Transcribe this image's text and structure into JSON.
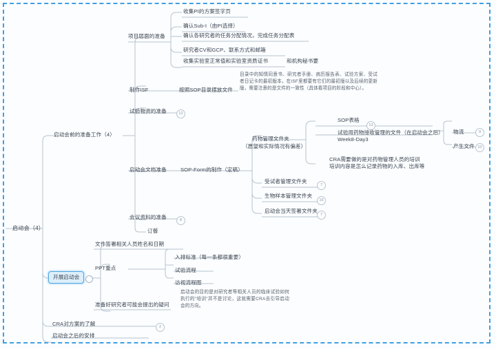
{
  "diagram": {
    "type": "mind-map",
    "language": "zh-CN",
    "theme": {
      "canvas_bg": "#fbfdff",
      "frame_border": "#3f9fe0",
      "line_color": "#b7c3cd",
      "text_color": "#3c4550",
      "selected_fill": "#ddeffb",
      "selected_border": "#4aa3df"
    },
    "root": "启动会（4）",
    "nodes": {
      "root": "启动会（4）",
      "branch_prep": "启动会前的准备工作（4）",
      "branch_hold": "开展启动会",
      "branch_cra": "CRA对方案的了解",
      "branch_after": "启动会之后的安排",
      "project_level": "项目层面的准备",
      "p1": "收集PI的方案签字页",
      "p2": "确认Sub-I（由PI选择）",
      "p3": "确认各研究者的任务分配情况，完成任务分配表",
      "p4": "研究者CV和GCP、联系方式和邮箱",
      "p5": "收集实验室正常值和实验室资质证书",
      "p5_note": "和机构秘书要",
      "isf": "制作ISF",
      "isf_sop": "按照SOP目录摆放文件",
      "isf_para": "目录中的知情同意书、研究者手册、病历报告表、试验方案、受试者日记卡的最初版本，在ISF里都要有它们的最初版以及后续的更新版，需要注意的是文件的一致性（具体看项目的阶段和中心）。",
      "materials": "试验物资的准备",
      "doc_prep": "启动会文档准备",
      "sop_form": "SOP-Form的制作（定稿）",
      "drug_folder_l1": "药物管理文件夹",
      "drug_folder_l2": "（愿望和实际情况有偏差）",
      "sop_table": "SOP表格",
      "drug_receive_l1": "试验用药物接收管理的文件（在启动会之后）",
      "drug_receive_l2": "Week8-Day3",
      "cra_train_l1": "CRA需要做的是对药物管理人员的培训",
      "cra_train_l2": "培训内容是怎么记录药物的入库、出库等",
      "logistics": "物流",
      "produce_doc": "产生文件",
      "subject_folder": "受试者管理文件夹",
      "biosample_folder": "生物样本管理文件夹",
      "signature_folder": "启动会当天签署文件夹",
      "meeting_mat": "会议资料的准备",
      "meal": "订餐",
      "sign_names": "文件签署相关人员姓名和日期",
      "ppt_key": "PPT重点",
      "ppt1": "入排标准（每一条都很重要）",
      "ppt2": "试验流程",
      "ppt3": "访视流程图",
      "questions": "准备好研究者可能会提出的疑问",
      "purpose_para": "启动会的目的是对研究者等相关人员的临床试验如何执行的\"培训\"并不是讨论，这就需要CRA去引导启动会的方向。"
    },
    "badges": {
      "materials": "12",
      "drug_receive": "13",
      "logistics": "9",
      "produce_doc": "10",
      "subject_folder": "7",
      "biosample_folder": "16",
      "signature_folder": "7",
      "meeting_mat": "8",
      "cra_understand": "2"
    }
  }
}
